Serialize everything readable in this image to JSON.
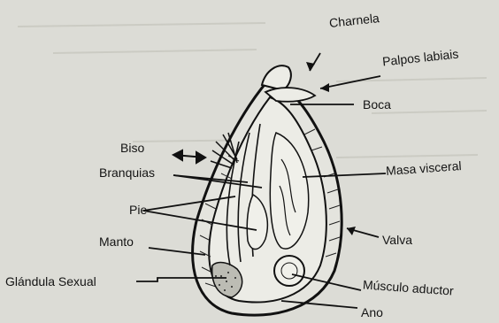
{
  "labels": {
    "charnela": "Charnela",
    "palpos": "Palpos labiais",
    "boca": "Boca",
    "biso": "Biso",
    "branquias": "Branquias",
    "pie": "Pie",
    "manto": "Manto",
    "glandula": "Glándula Sexual",
    "masa": "Masa visceral",
    "valva": "Valva",
    "musculo": "Músculo aductor",
    "ano": "Ano"
  },
  "colors": {
    "background": "#dcdcd6",
    "ink": "#141414"
  }
}
